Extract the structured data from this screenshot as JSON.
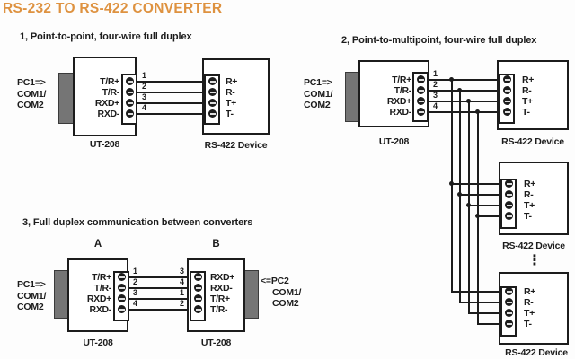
{
  "title": "RS-232 TO RS-422 CONVERTER",
  "colors": {
    "accent": "#DE9240",
    "line": "#1c1c1c",
    "connector": "#757575"
  },
  "diagram1": {
    "heading": "1, Point-to-point, four-wire full duplex",
    "pc": [
      "PC1=>",
      "COM1/",
      "COM2"
    ],
    "converter": {
      "terminals": [
        "T/R+",
        "T/R-",
        "RXD+",
        "RXD-"
      ],
      "caption": "UT-208"
    },
    "wire_numbers": [
      "1",
      "2",
      "3",
      "4"
    ],
    "device": {
      "terminals": [
        "R+",
        "R-",
        "T+",
        "T-"
      ],
      "caption": "RS-422 Device"
    }
  },
  "diagram2": {
    "heading": "2, Point-to-multipoint, four-wire full duplex",
    "pc": [
      "PC1=>",
      "COM1/",
      "COM2"
    ],
    "converter": {
      "terminals": [
        "T/R+",
        "T/R-",
        "RXD+",
        "RXD-"
      ],
      "caption": "UT-208"
    },
    "wire_numbers": [
      "1",
      "2",
      "3",
      "4"
    ],
    "devices": [
      {
        "terminals": [
          "R+",
          "R-",
          "T+",
          "T-"
        ],
        "caption": "RS-422 Device"
      },
      {
        "terminals": [
          "R+",
          "R-",
          "T+",
          "T-"
        ],
        "caption": "RS-422 Device"
      },
      {
        "terminals": [
          "R+",
          "R-",
          "T+",
          "T-"
        ],
        "caption": "RS-422 Device"
      }
    ],
    "ellipsis": "⋮"
  },
  "diagram3": {
    "heading": "3, Full duplex communication between converters",
    "pc1": [
      "PC1=>",
      "COM1/",
      "COM2"
    ],
    "pc2": [
      "<=PC2",
      "COM1/",
      "COM2"
    ],
    "converter_a": {
      "label": "A",
      "terminals": [
        "T/R+",
        "T/R-",
        "RXD+",
        "RXD-"
      ],
      "pin_numbers": [
        "1",
        "2",
        "3",
        "4"
      ],
      "caption": "UT-208"
    },
    "converter_b": {
      "label": "B",
      "terminals": [
        "RXD+",
        "RXD-",
        "T/R+",
        "T/R-"
      ],
      "pin_numbers": [
        "3",
        "4",
        "1",
        "2"
      ],
      "caption": "UT-208"
    }
  }
}
